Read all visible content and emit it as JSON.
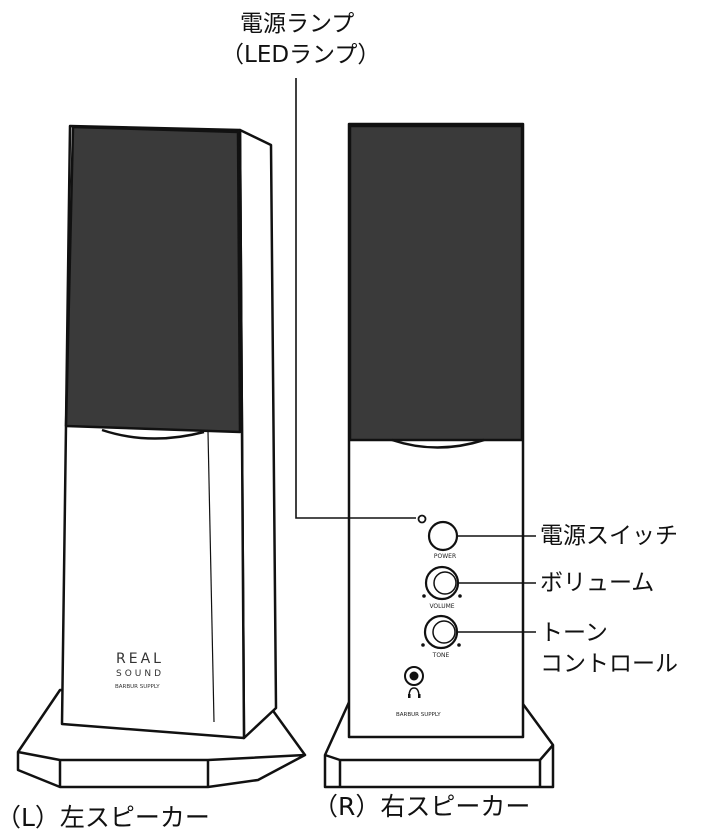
{
  "labels": {
    "power_lamp_line1": "電源ランプ",
    "power_lamp_line2": "（LEDランプ）",
    "power_switch": "電源スイッチ",
    "volume": "ボリューム",
    "tone_line1": "トーン",
    "tone_line2": "コントロール"
  },
  "captions": {
    "left_speaker": "（L）左スピーカー",
    "right_speaker": "（R）右スピーカー"
  },
  "panel": {
    "power": "POWER",
    "volume": "VOLUME",
    "tone": "TONE",
    "brand_right": "BARBUR SUPPLY"
  },
  "logo": {
    "line1": "REAL",
    "line2": "SOUND",
    "line3": "BARBUR SUPPLY"
  },
  "icons": {
    "headphone": "headphone-icon"
  },
  "colors": {
    "grille": "#3a3a3a",
    "line": "#111111",
    "body": "#ffffff"
  }
}
